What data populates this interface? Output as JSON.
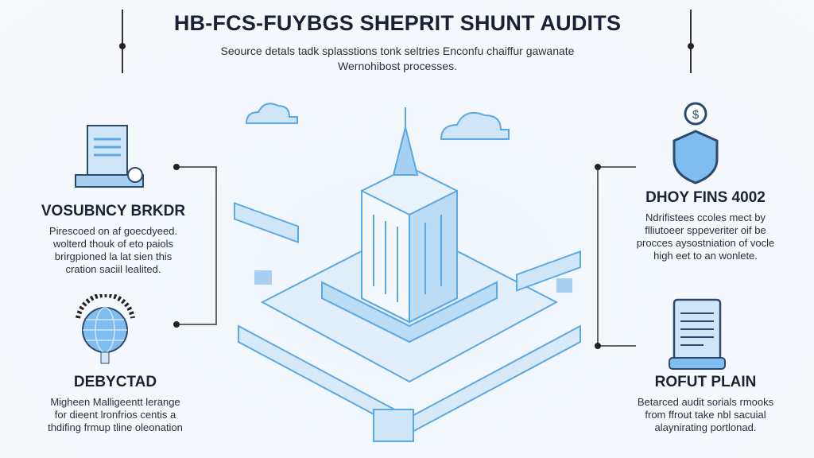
{
  "header": {
    "title": "HB-FCS-FUYBGS SHEPRIT SHUNT AUDITS",
    "subtitle_line1": "Seource detals tadk splasstions tonk seltries Enconfu chaiffur gawanate",
    "subtitle_line2": "Wernohibost processes."
  },
  "left_panels": [
    {
      "heading": "VOSUBNCY BRKDR",
      "lines": [
        "Pirescoed on af goecdyeed.",
        "wolterd thouk of eto paiols",
        "brirgpioned la lat sien this",
        "cration saciil lealited."
      ],
      "icon": "document-gear-icon"
    },
    {
      "heading": "DEBYCTAD",
      "lines": [
        "Migheen Malligeentt lerange",
        "for dieent lronfrios centis a",
        "thdifing frmup tline oleonation"
      ],
      "icon": "globe-icon"
    }
  ],
  "right_panels": [
    {
      "heading": "DHOY FINS 4002",
      "lines": [
        "Ndrifistees ccoles mect by",
        "flliutoeer sppeveriter oif be",
        "procces aysostniation of vocle",
        "high eet to an wonlete."
      ],
      "icon": "shield-dollar-icon"
    },
    {
      "heading": "ROFUT PLAIN",
      "lines": [
        "Betarced audit sorials rmooks",
        "from ffrout take nbl sacuial",
        "alaynirating portlonad."
      ],
      "icon": "report-document-icon"
    }
  ],
  "colors": {
    "accent": "#5aa8e6",
    "light": "#cfe6f8",
    "dark": "#1a2136"
  }
}
